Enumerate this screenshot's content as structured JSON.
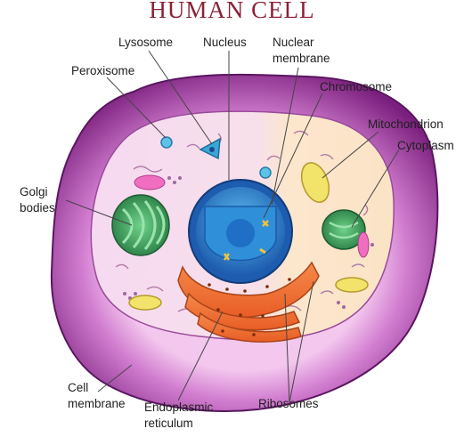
{
  "title": "HUMAN CELL",
  "labels": {
    "lysosome": "Lysosome",
    "nucleus": "Nucleus",
    "nuclear_membrane_1": "Nuclear",
    "nuclear_membrane_2": "membrane",
    "peroxisome": "Peroxisome",
    "chromosome": "Chromosome",
    "mitochondrion": "Mitochondrion",
    "cytoplasm": "Cytoplasm",
    "golgi_1": "Golgi",
    "golgi_2": "bodies",
    "cell_membrane_1": "Cell",
    "cell_membrane_2": "membrane",
    "er_1": "Endoplasmic",
    "er_2": "reticulum",
    "ribosomes": "Ribosomes"
  },
  "colors": {
    "title": "#8a2236",
    "membrane_dark": "#7a1f7d",
    "membrane_light": "#c060c0",
    "cytoplasm_left": "#f6d8f0",
    "cytoplasm_right": "#fbe6cf",
    "nucleus_outer": "#1f5fb0",
    "nucleus_inner": "#46a6e6",
    "nucleolus": "#2a7cd1",
    "er": "#f07a3a",
    "golgi": "#3c9a5a",
    "mito": "#f2e36a",
    "lysosome": "#4ab0d8"
  }
}
